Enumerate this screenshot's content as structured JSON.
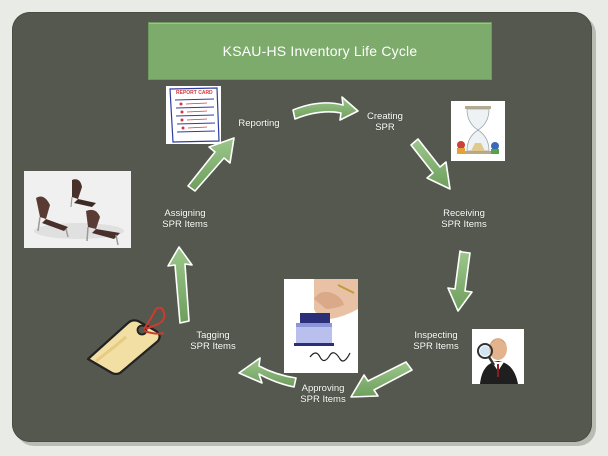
{
  "title": "KSAU-HS Inventory Life Cycle",
  "steps": [
    {
      "line1": "Reporting",
      "line2": ""
    },
    {
      "line1": "Creating",
      "line2": "SPR"
    },
    {
      "line1": "Receiving",
      "line2": "SPR Items"
    },
    {
      "line1": "Inspecting",
      "line2": "SPR Items"
    },
    {
      "line1": "Approving",
      "line2": "SPR Items"
    },
    {
      "line1": "Tagging",
      "line2": "SPR Items"
    },
    {
      "line1": "Assigning",
      "line2": "SPR Items"
    }
  ],
  "report_card_heading": "REPORT CARD",
  "colors": {
    "background": "#55584e",
    "title_fill": "#7dab6c",
    "arrow_fill": "#7fae6e",
    "arrow_outline": "#ffffff",
    "text": "#ffffff"
  },
  "icons": [
    "report-card-icon",
    "hourglass-icon",
    "chairs-icon",
    "magnifier-person-icon",
    "stamp-hand-icon",
    "price-tag-icon"
  ]
}
